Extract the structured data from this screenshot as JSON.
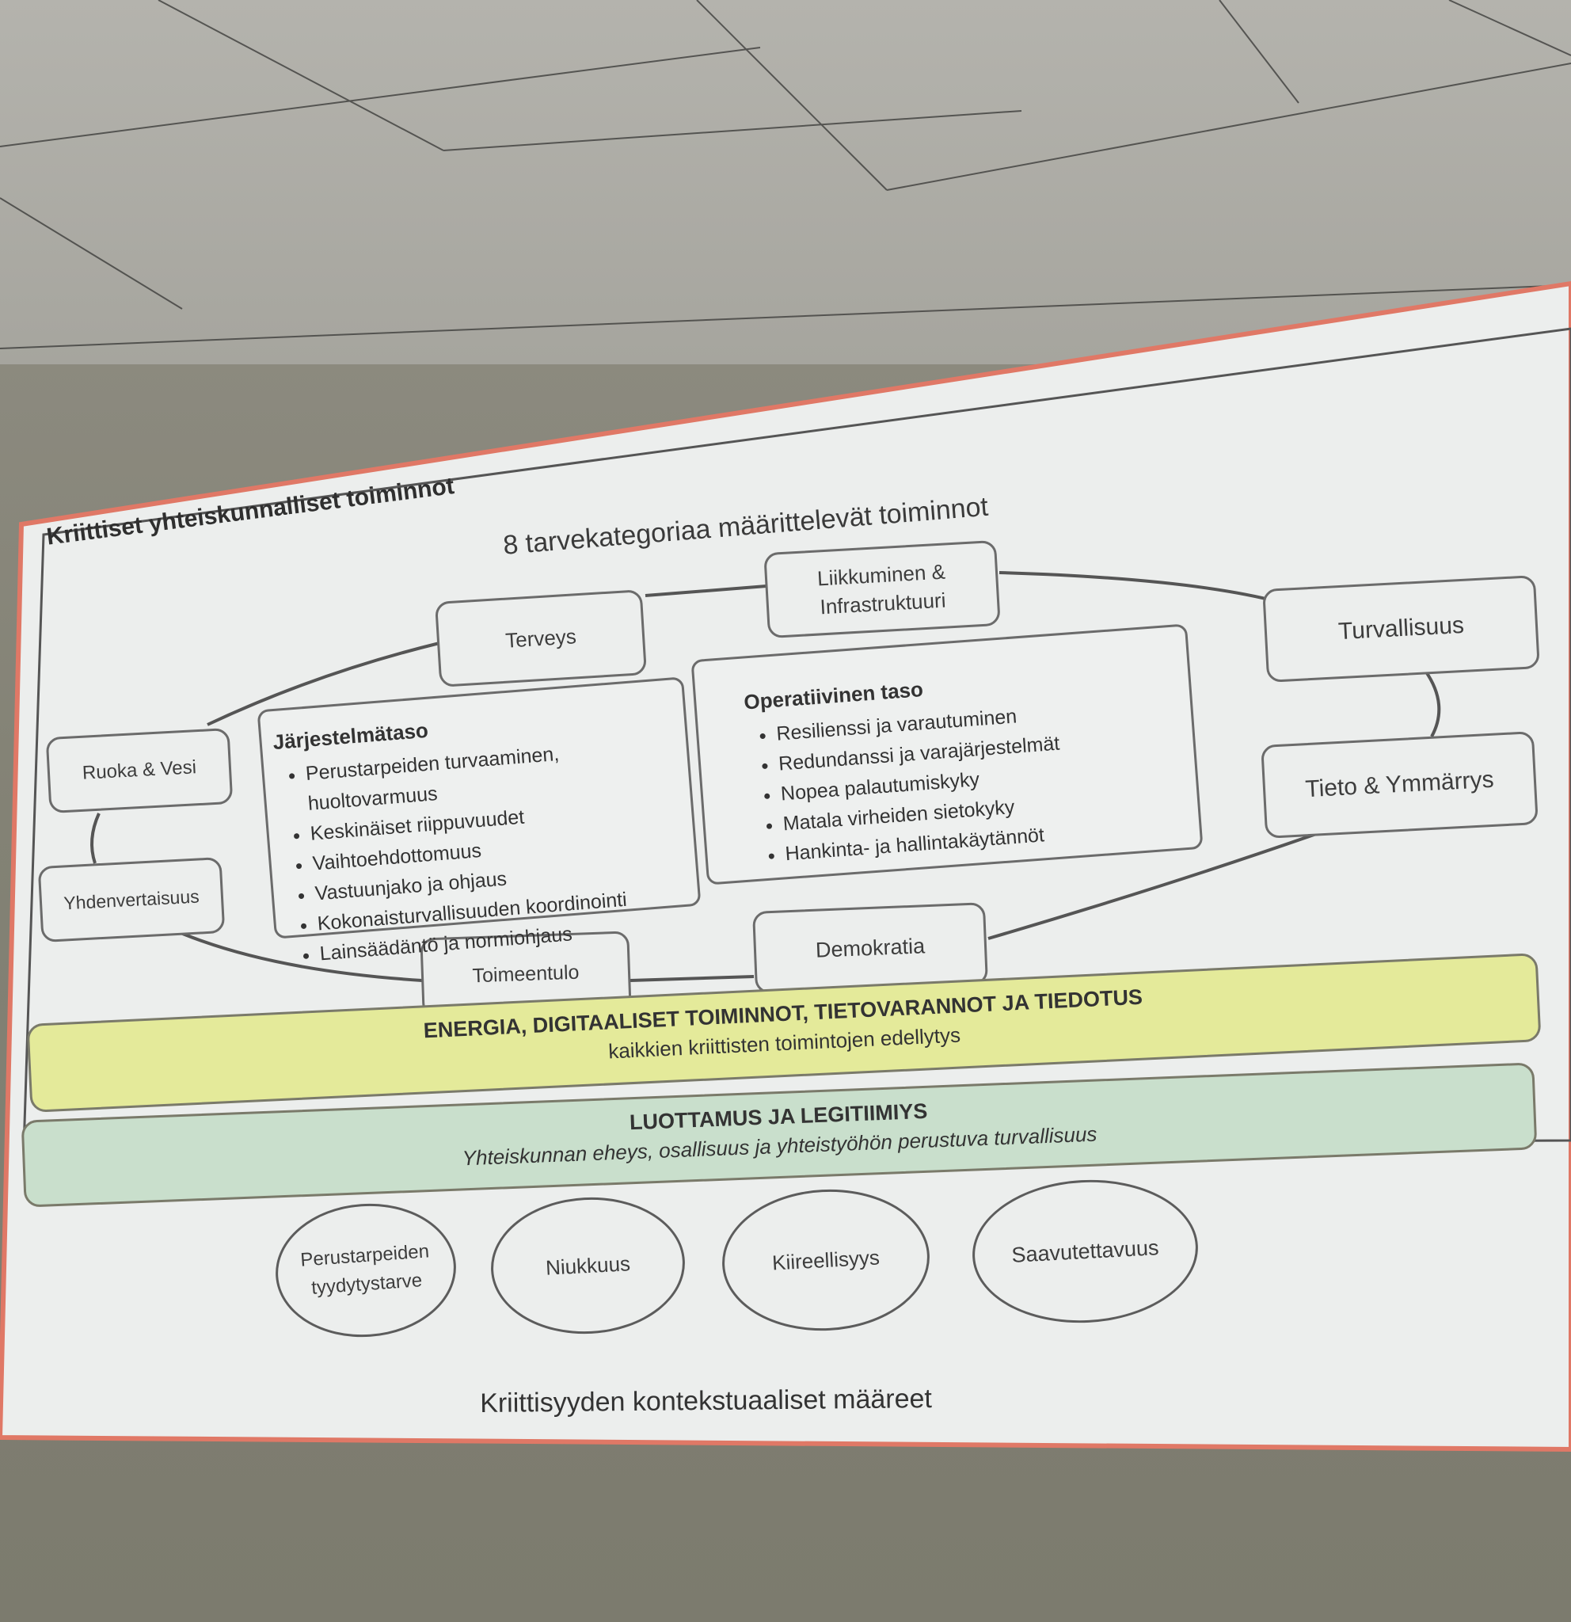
{
  "frame_title": "Kriittiset yhteiskunnalliset toiminnot",
  "top_heading": "8 tarvekategoriaa määrittelevät toiminnot",
  "categories": {
    "terveys": "Terveys",
    "liikkuminen_line1": "Liikkuminen &",
    "liikkuminen_line2": "Infrastruktuuri",
    "turvallisuus": "Turvallisuus",
    "tieto": "Tieto & Ymmärrys",
    "ruoka": "Ruoka & Vesi",
    "yhdenvertaisuus": "Yhdenvertaisuus",
    "toimeentulo": "Toimeentulo",
    "demokratia": "Demokratia"
  },
  "system_level": {
    "title": "Järjestelmätaso",
    "items": [
      "Perustarpeiden turvaaminen, huoltovarmuus",
      "Keskinäiset riippuvuudet",
      "Vaihtoehdottomuus",
      "Vastuunjako ja ohjaus",
      "Kokonaisturvallisuuden koordinointi",
      "Lainsäädäntö ja normiohjaus"
    ]
  },
  "operational_level": {
    "title": "Operatiivinen taso",
    "items": [
      "Resilienssi ja varautuminen",
      "Redundanssi ja varajärjestelmät",
      "Nopea palautumiskyky",
      "Matala virheiden sietokyky",
      "Hankinta- ja hallintakäytännöt"
    ]
  },
  "energy_band": {
    "title": "ENERGIA, DIGITAALISET TOIMINNOT, TIETOVARANNOT JA TIEDOTUS",
    "subtitle": "kaikkien kriittisten toimintojen edellytys",
    "color": "#e4ea9a"
  },
  "trust_band": {
    "title": "LUOTTAMUS JA LEGITIIMIYS",
    "subtitle": "Yhteiskunnan eheys, osallisuus ja yhteistyöhön perustuva turvallisuus",
    "color": "#c9dfcc"
  },
  "context": {
    "items": [
      {
        "line1": "Perustarpeiden",
        "line2": "tyydytystarve"
      },
      {
        "line1": "Niukkuus",
        "line2": ""
      },
      {
        "line1": "Kiireellisyys",
        "line2": ""
      },
      {
        "line1": "Saavutettavuus",
        "line2": ""
      }
    ],
    "caption": "Kriittisyyden kontekstuaaliset määreet"
  },
  "colors": {
    "slide_border": "#e07866",
    "slide_bg": "#eceeed"
  }
}
